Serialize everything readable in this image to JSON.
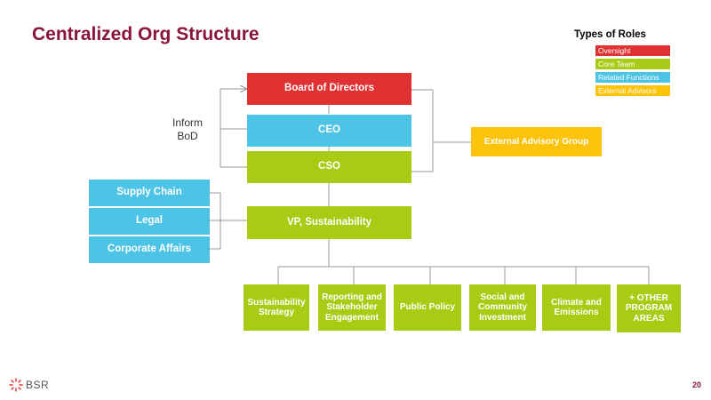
{
  "title": "Centralized Org Structure",
  "legend": {
    "title": "Types of Roles",
    "items": [
      {
        "label": "Oversight",
        "color": "#e03232"
      },
      {
        "label": "Core Team",
        "color": "#a8cc14"
      },
      {
        "label": "Related Functions",
        "color": "#4dc3e6"
      },
      {
        "label": "External Advisors",
        "color": "#fcc30b"
      }
    ]
  },
  "inform_label": "Inform BoD",
  "nodes": {
    "board": "Board of Directors",
    "ceo": "CEO",
    "cso": "CSO",
    "external": "External Advisory Group",
    "vp": "VP, Sustainability",
    "supply_chain": "Supply Chain",
    "legal": "Legal",
    "corporate_affairs": "Corporate Affairs"
  },
  "program_areas": [
    "Sustainability Strategy",
    "Reporting and Stakeholder Engagement",
    "Public Policy",
    "Social and Community Investment",
    "Climate and Emissions",
    "+ OTHER PROGRAM AREAS"
  ],
  "logo_text": "BSR",
  "page_number": "20"
}
